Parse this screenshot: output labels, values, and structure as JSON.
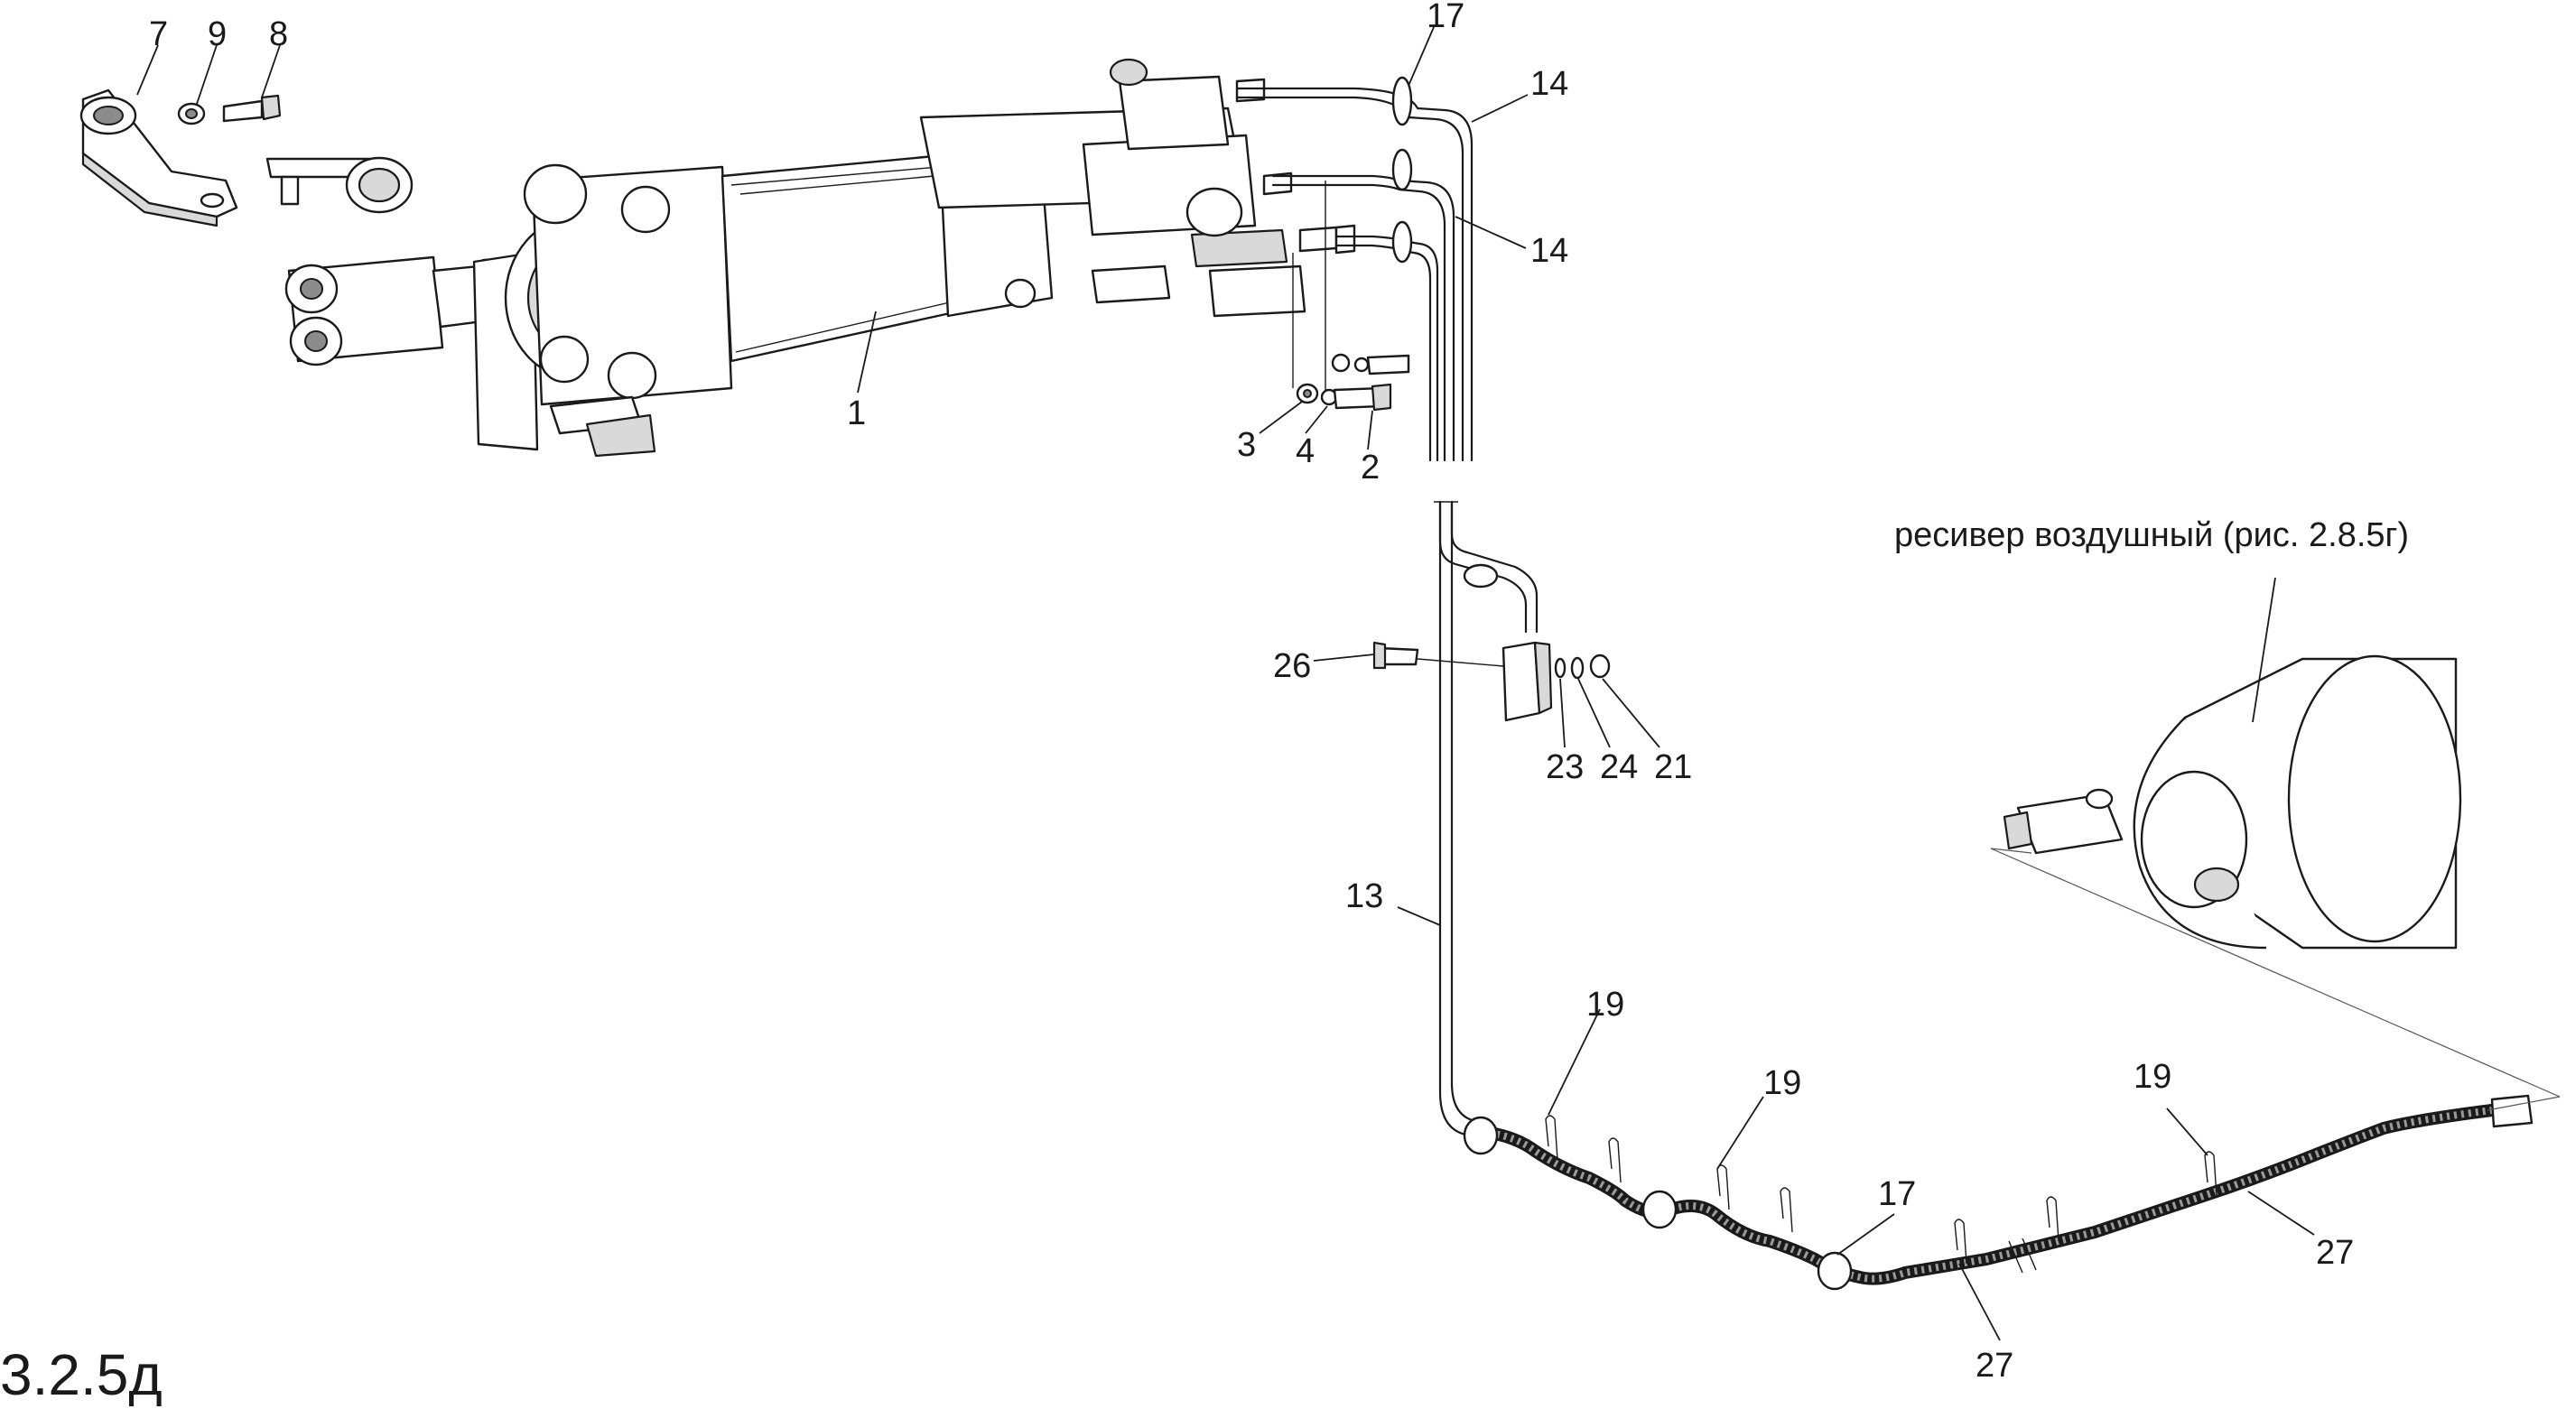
{
  "figure": {
    "number": "3.2.5д"
  },
  "labels": {
    "receiver_ref": "ресивер воздушный (рис. 2.8.5г)",
    "callouts": {
      "c1": "1",
      "c2": "2",
      "c3": "3",
      "c4": "4",
      "c7": "7",
      "c8": "8",
      "c9": "9",
      "c13": "13",
      "c14a": "14",
      "c14b": "14",
      "c17a": "17",
      "c17b": "17",
      "c19a": "19",
      "c19b": "19",
      "c19c": "19",
      "c21": "21",
      "c23": "23",
      "c24": "24",
      "c26": "26",
      "c27a": "27",
      "c27b": "27"
    }
  },
  "icons": [
    "pneumatic-cylinder-icon",
    "lever-bracket-icon",
    "bolt-icon",
    "washer-icon",
    "air-receiver-icon",
    "hose-clamp-icon",
    "valve-block-icon"
  ]
}
